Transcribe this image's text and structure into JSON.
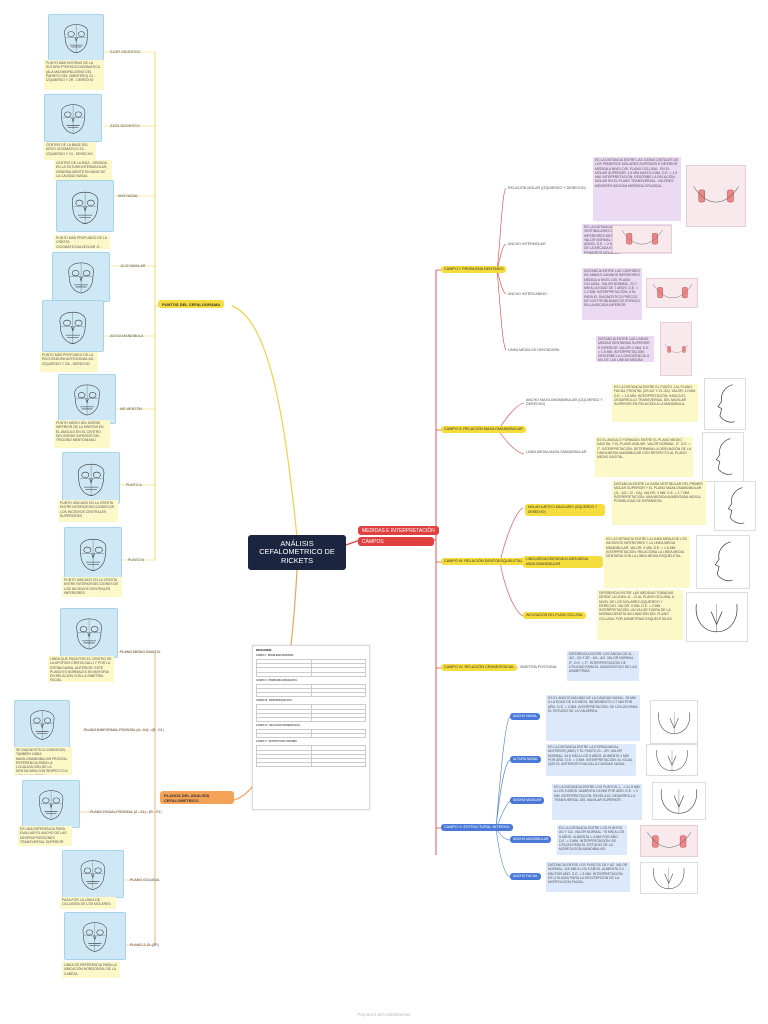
{
  "central": {
    "line1": "ANÁLISIS",
    "line2": "CEFALOMETRICO DE",
    "line3": "RICKETS"
  },
  "branches": {
    "puntos": "PUNTOS DEL CEFALOGRAMA",
    "planos": "PLANOS DEL ANALISIS CEFALOMETRICO",
    "medidas": "MEDIDAS E INTERPRETACIÓN",
    "campos": "CAMPOS"
  },
  "puntos": [
    {
      "label": "Z1/ZR ODONTICO",
      "note": "PUNTO MÁS INTERNO DE LA SUTURA PTERIGOCOIGOMÁTICA (ALA MAXIMOPALATINO DEL PARIETO DEL OMBITERO) Z1 - IZQUIERDO Y ZR - DERECHO"
    },
    {
      "label": "Z3/Z4 ODONTICO",
      "note": "CENTRO DE LA BASE DEL ARCO CIGOMÁTICO Z3 - IZQUIERDO Y Z4 - DERECHO"
    },
    {
      "label": "ANS NASAL",
      "note": "CENTRO DE LA RAIZ - ORIGIDA EN LA SUTURA INTERMAXILAR, GENERALMENTE EN BASE DE LA CAVIDAD NASAL"
    },
    {
      "label": "J1/J2 MAXILAR",
      "note": "PUNTO MÁS PROFUNDO DE LA CRESTA CIGOMATICOALVEOLAR J1 - IZQUIERDO Y J2 - DERECHO"
    },
    {
      "label": "AG/GA MANDIBULA",
      "note": "PUNTO MÁS PROFUNDO DE LA ESCOTADURA ANTEGONIAL AG - IZQUIERDO Y GA - DERECHO"
    },
    {
      "label": "ME MENTÓN",
      "note": "PUNTO MEDIO DEL BORDE INFERIOR DE LA SINFISIS EN EL ANGULO EN EL CENTRO DEL BORDE INFERIOR DEL TRIGONO MENTONIANO"
    },
    {
      "label": "PUNTO A",
      "note": "PUNTO UBICADO EN LA CRESTA ENTRE INTERIORSECCIONES DE LOS INCISIVOS CENTRALES SUPERIORES"
    },
    {
      "label": "PUNTO B",
      "note": "PUNTO UBICADO EN LA CRESTA ENTRE INTERIORSECCIONES DE LOS INCISIVOS CENTRALES INFERIORES"
    }
  ],
  "planos": [
    {
      "label": "PLANO MEDIO SAGITAL",
      "note": "LINEA QUE PASA POR EL CENTRO DE LA APOFISIS CRISTA GALLI Y POR LA ESPINA NASAL ANTERIOR. ESTE PLANO ES NORMALES EN MAYORIA EN RELACION CON LA SIMETRIA FACIAL"
    },
    {
      "label": "PLANO BINFORMAL FRONTAL (A - A1) - (B - B1)",
      "note": "SE DIAGNOSTICA CONDICION, TAMBIÉN LINEA MAXILOMANDIBULAR FRONTAL REFERENCIA PARA LA LOCALIZACIÓN DE LA DENTADURA CON RESPECTO A LOS MAXILARES"
    },
    {
      "label": "PLANO FACIAL FRONTAL (Z - Z1) - (R - R1)",
      "note": "ES UNA REFERENCIA PARA EVALUAR EL ANCHO DE LAS DESPROPORCIONES TRANSVERSAL SUPERIOR"
    },
    {
      "label": "PLANO OCLUSAL",
      "note": "PASA POR LA LÍNEA DE OCLUSIÓN DE LOS MOLARES"
    },
    {
      "label": "PLANO Z-ZL (ZR)",
      "note": "LINEA DE REFERENCIA PARA LA UBICACIÓN HORIZONTAL DE LA CABEZA"
    }
  ],
  "summary": {
    "title": "RESUMEN:",
    "sections": [
      {
        "title": "CAMPO I - PROBLEMA DENTARIO",
        "rows": 4
      },
      {
        "title": "CAMPO II - PROBLEMA ESQUELETAL",
        "rows": 3
      },
      {
        "title": "CAMPO III - DENTOESQUELETAL",
        "rows": 4
      },
      {
        "title": "CAMPO IV - RELACION CRANEOFACIAL",
        "rows": 2
      },
      {
        "title": "CAMPO V - ESTRUCTURAL INTERNO",
        "rows": 5
      }
    ]
  },
  "campos": [
    {
      "label": "CAMPO I: PROBLEMA DENTARIO",
      "items": [
        {
          "label": "RELACIÓN MOLAR (IZQUIERDO Y DERECHO)",
          "note": "ES LA DISTANCIA ENTRE LAS CARAS DISTALES DE LOS PRIMEROS MOLARES SUPERIOR E INFERIOR MEDIDA A NIVEL DEL PLANO OCLUSAL. EN EL MOLAR SUPERIOR: 1.5 MM HASTA 3 MM. D.E. = 1.5 MM. INTERPRETACIÓN: DESCRIBE LA RELACIÓN MOLAR EN EL PLANO TRANSVERSAL. VALORES MENORES INDICAN MORDIDA CRUZADA."
        },
        {
          "label": "ANCHO INTERMOLAR",
          "note": "ES LA DISTANCIA ENTRE LAS CARAS VESTIBULARES DE LOS PRIMEROS MOLARES INFERIORES MEDIDA A NIVEL DEL PLANO OCLUSAL. VALOR NORMAL: VARONES Y 55 MM (HASTA 9 AÑOS). D.E. = 2 MM. INTERPRETACIÓN: EL ANCHO DE LA ARCADA EN PACIENTES A NIVEL DE LOS PRIMEROS MOLARES."
        },
        {
          "label": "ANCHO INTERCANINO",
          "note": "DISTANCIA ENTRE LAS CÚSPIDES DE AMBOS CANINOS INFERIORES MEDIDA A NIVEL DEL PLANO OCLUSAL. VALOR NORMAL: 22.7 MM A LA EDAD DE 7 AÑOS. D.E. = 1.2 MM. INTERPRETACIÓN: UTIL PARA EL DIAGNÓSTICO PRECOZ DE LOS PROBLEMAS DE ESPACIO EN LA ARCADA INFERIOR."
        },
        {
          "label": "LINEA MEDIA DE DENTADURA",
          "note": "DISTANCIA ENTRE LAS LINEAS MEDIAS DENTARIAS SUPERIOR E INFERIOR. VALOR: 0 MM. D.E. = 1.5 MM. INTERPRETACIÓN: DESCRIBE LA COINCIDENCIA O NO DE LAS LINEAS MEDIAS DENTARIAS."
        }
      ]
    },
    {
      "label": "CAMPO II: RELACIÓN MAXILOMANDIBULAR",
      "items": [
        {
          "label": "ANCHO MAXILOMANDIBULAR (IZQUIERDO Y DERECHO)",
          "note": "ES LA DISTANCIA ENTRE EL PUNTO J AL PLANO FACIAL FRONTAL (ZR-AG Y Z1-GA). VALOR: 10 MM. D.E. = 1.5 MM. INTERPRETACIÓN: INDICA EL DESARROLLO TRANSVERSAL DEL MAXILAR SUPERIOR EN RELACIÓN A LA MANDIBULA."
        },
        {
          "label": "LINEA MEDIA MAXILOMANDIBULAR",
          "note": "ES EL ANGULO FORMADO ENTRE EL PLANO MEDIO SAGITAL Y EL PLANO ANS-ME. VALOR NORMAL: 0°. D.E. = 2°. INTERPRETACIÓN: DETERMINA LA DESVIACIÓN DE LA LINEA MEDIA MANDIBULAR CON RESPECTO AL PLANO MEDIO SAGITAL."
        }
      ]
    },
    {
      "label": "CAMPO III: RELACIÓN DENTOESQUELETAL",
      "items": [
        {
          "label": "MOLAR A APOYO MAXILARIO (IZQUIERDO Y DERECHO)",
          "note": "DISTANCIA ENTRE LA CARA VESTIBULAR DEL PRIMER MOLAR SUPERIOR Y EL PLANO MAXILOMANDIBULAR (J1 - AG / J2 - GA). VALOR: 4 MM. D.E. = 1.7 MM. INTERPRETACIÓN: UNA MEDIDA AUMENTADA INDICA POSIBILIDAD DE EXPANSIÓN."
        },
        {
          "label": "LINEA MEDIA DENTARIA A LINEA MEDIA MAXILOMANDIBULAR",
          "note": "ES LA DISTANCIA ENTRE LA LINEA MEDIA DE LOS INCISIVOS INFERIORES Y LA LINEA MEDIA MANDIBULAR. VALOR: 0 MM. D.E. = 1.5 MM. INTERPRETACIÓN: RELACIONA LA LINEA MEDIA DENTARIA CON LA LINEA MEDIA ESQUELETAL."
        },
        {
          "label": "INCLINACIÓN DEL PLANO OCLUSAL",
          "note": "DIFERENCIA ENTRE LAS MEDIDAS TOMADAS DESDE LA LINEA J1 - J2 AL PLANO OCLUSAL A NIVEL DE LOS MOLARES IZQUIERDO Y DERECHO. VALOR: 0 MM. D.E. = 2 MM. INTERPRETACIÓN: UN VALOR FUERA DE LA NORMA DENOTA INCLINACIÓN DEL PLANO OCLUSAL POR ASIMETRIAS ESQUELETALES."
        }
      ]
    },
    {
      "label": "CAMPO IV: RELACIÓN CRANEOFACIAL",
      "items": [
        {
          "label": "SIMETRÍA POSTURAL",
          "note": "DIFERENCIA ENTRE LOS ÁNGULOS ZL - AG - ZA Y ZR - GA - AG. VALOR NORMAL: 0°. D.E. = 2°. INTERPRETACIÓN: DE UTILIDAD PARA EL DIAGNÓSTICO DE LAS ASIMETRÍAS."
        }
      ]
    },
    {
      "label": "CAMPO V: ESTRUCTURAL INTERNO",
      "items": [
        {
          "label": "ANCHO NASAL",
          "note": "ES EL ANCHO MÁXIMO DE LA CAVIDAD NASAL. 25 MM A LA EDAD DE 8.5 AÑOS. INCREMENTO 0.7 MM POR AÑO. D.E. = 2 MM. INTERPRETACIÓN: SE UTILIZA PARA EL ESTUDIO DE LA VIA AÉREA."
        },
        {
          "label": "ALTURA NASAL",
          "note": "ES LA DISTANCIA ENTRE LA ESPINA NASAL ANTERIOR (ANS) Y EL PUNTO ZL - ZR. VALOR NORMAL: 44.5 MM A LOS 9 AÑOS. AUMENTA 1 MM POR AÑO. D.E. = 3 MM. INTERPRETACIÓN: AL IGUAL QUE EL ANTERIOR EVALÚA LA CAVIDAD NASAL."
        },
        {
          "label": "ANCHO MAXILAR",
          "note": "ES LA DISTANCIA ENTRE LOS PUNTOS J - J. 61.9 MM A LOS 9 AÑOS. AUMENTA 0.6 MM POR AÑO. D.E. = 3 MM. INTERPRETACIÓN: REVELA EL DESARROLLO TRANSVERSAL DEL MAXILAR SUPERIOR."
        },
        {
          "label": "ANCHO MANDIBULAR",
          "note": "ES LA DISTANCIA ENTRE LOS PUNTOS AG Y GA. VALOR NORMAL: 76 MM A LOS 9 AÑOS. AUMENTA 1.4 MM POR AÑO. D.E. = 3 MM. INTERPRETACIÓN: SE UTILIZA PARA EL ESTUDIO DE LA MORFOLOGÍA MANDIBULAR."
        },
        {
          "label": "ANCHO FACIAL",
          "note": "DISTANCIA ENTRE LOS PUNTOS ZA Y AZ. VALOR NORMAL: 116 MM A LOS 9 AÑOS. AUMENTA 2.4 MM POR AÑO. D.E. = 3 MM. INTERPRETACIÓN: DE UTILIDAD PARA LA DESCRIPCIÓN DE LA MORFOLOGÍA FACIAL."
        }
      ]
    }
  ],
  "footer": "Prepared with MindMeister",
  "colors": {
    "yellow": "#f5dd3d",
    "orange": "#f5a259",
    "red": "#e04040",
    "blue": "#4a79d8",
    "navy": "#1b2540"
  }
}
